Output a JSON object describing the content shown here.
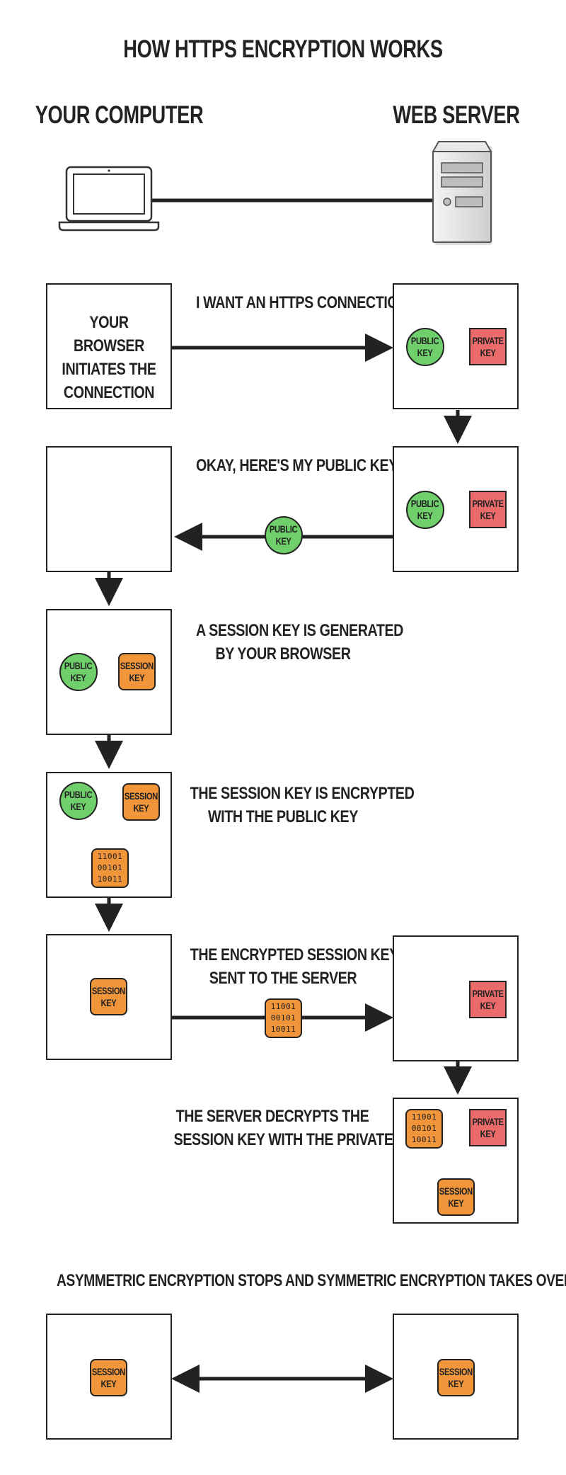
{
  "title": "HOW HTTPS ENCRYPTION WORKS",
  "header": {
    "left": "YOUR COMPUTER",
    "right": "WEB SERVER"
  },
  "keys": {
    "public": [
      "PUBLIC",
      "KEY"
    ],
    "private": [
      "PRIVATE",
      "KEY"
    ],
    "session": [
      "SESSION",
      "KEY"
    ],
    "encrypted": [
      "11001",
      "00101",
      "10011"
    ]
  },
  "steps": {
    "s1": {
      "box_text": [
        "YOUR BROWSER",
        "INITIATES THE",
        "CONNECTION"
      ],
      "label": "I WANT AN HTTPS CONNECTION"
    },
    "s2": {
      "label": "OKAY, HERE'S MY PUBLIC KEY"
    },
    "s3": {
      "label": [
        "A SESSION KEY IS GENERATED",
        "BY YOUR BROWSER"
      ]
    },
    "s4": {
      "label": [
        "THE SESSION KEY IS ENCRYPTED",
        "WITH THE PUBLIC KEY"
      ]
    },
    "s5": {
      "label": [
        "THE ENCRYPTED SESSION KEY IS",
        "SENT TO THE SERVER"
      ]
    },
    "s6": {
      "label": [
        "THE SERVER DECRYPTS THE",
        "SESSION KEY WITH THE PRIVATE KEY"
      ]
    },
    "s7": {
      "label": "ASYMMETRIC ENCRYPTION STOPS AND SYMMETRIC ENCRYPTION TAKES OVER"
    }
  },
  "colors": {
    "public": "#6fcf6b",
    "private": "#eb6b6b",
    "session": "#f0953a",
    "line": "#222222"
  }
}
